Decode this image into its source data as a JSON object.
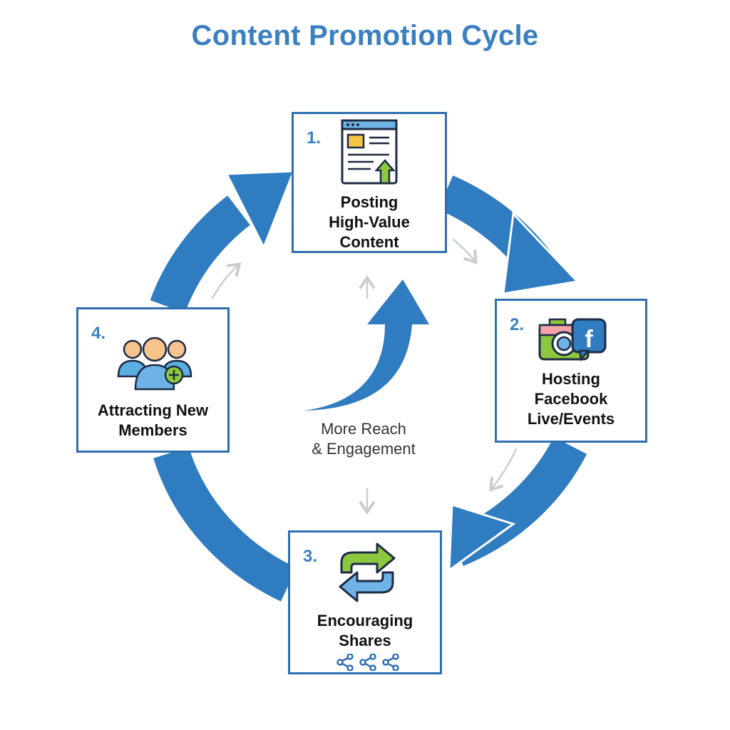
{
  "title": "Content Promotion Cycle",
  "steps": [
    {
      "number": "1.",
      "label_lines": [
        "Posting",
        "High-Value",
        "Content"
      ],
      "icon": "webpage-upload-icon"
    },
    {
      "number": "2.",
      "label_lines": [
        "Hosting",
        "Facebook",
        "Live/Events"
      ],
      "icon": "camera-facebook-icon",
      "icon_glyph": "f"
    },
    {
      "number": "3.",
      "label_lines": [
        "Encouraging",
        "Shares"
      ],
      "icon": "repeat-arrows-icon",
      "extra_icon": "share-icons"
    },
    {
      "number": "4.",
      "label_lines": [
        "Attracting New",
        "Members"
      ],
      "icon": "user-group-add-icon"
    }
  ],
  "center": {
    "label_lines": [
      "More Reach",
      "& Engagement"
    ]
  },
  "colors": {
    "primary": "#2f7cc0",
    "border": "#2f6fb0",
    "accent_green": "#8cc83f",
    "accent_yellow": "#f2c544",
    "light_arrow": "#c9cdd2",
    "facebook": "#2f7cc0",
    "person_skin": "#f7c48d",
    "person_shirt": "#5aaee0"
  }
}
